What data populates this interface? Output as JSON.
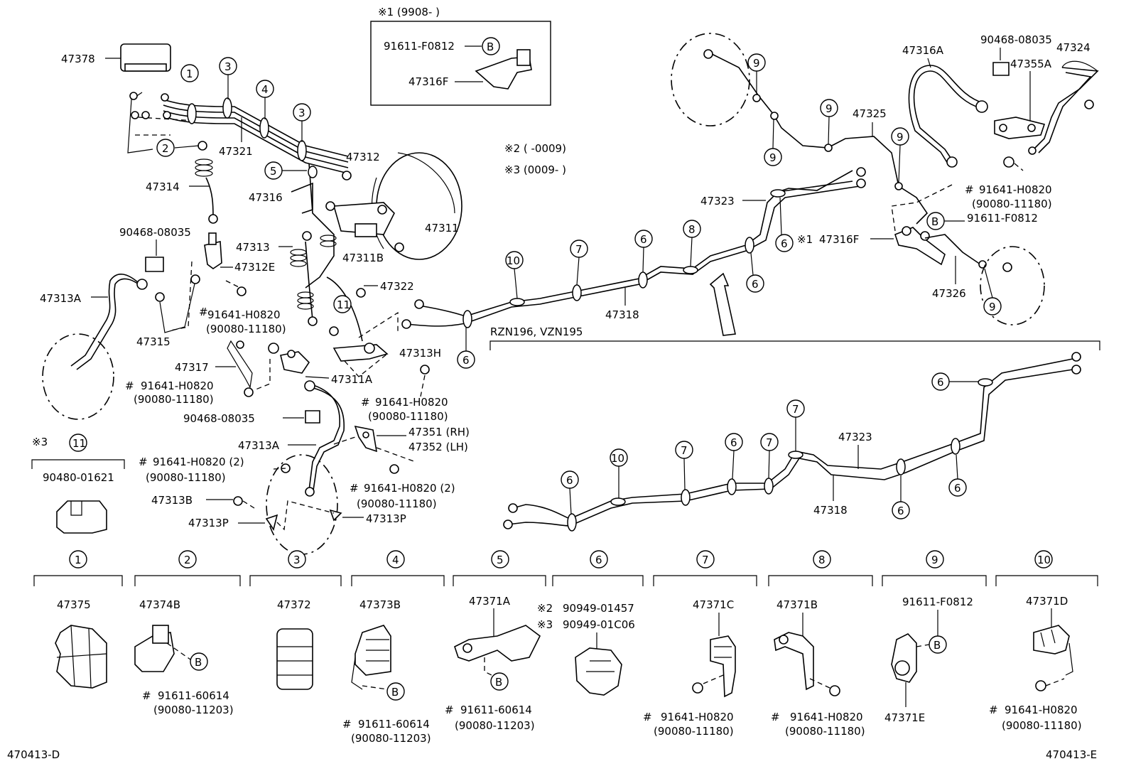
{
  "figure_codes": {
    "left": "470413-D",
    "right": "470413-E"
  },
  "notes": {
    "n1": "※1 (9908-      )",
    "n2": "※2  (      -0009)",
    "n3": "※3  (0009-      )",
    "n3_label": "※3",
    "n1_prefix": "※1",
    "detail2": "※2",
    "detail3": "※3"
  },
  "variant_label": "RZN196, VZN195",
  "labels": {
    "p47378": "47378",
    "p47321": "47321",
    "p47312": "47312",
    "p47314": "47314",
    "p47316": "47316",
    "p47311": "47311",
    "p47311B": "47311B",
    "p47313": "47313",
    "p90468a": "90468-08035",
    "p47312E": "47312E",
    "p47313A_a": "47313A",
    "p47315": "47315",
    "p47322": "47322",
    "p47318": "47318",
    "p47313H": "47313H",
    "p91641_a": "91641-H0820",
    "p90080_a": "(90080-11180)",
    "p47317": "47317",
    "p47311A": "47311A",
    "p91641_b": "91641-H0820",
    "p90080_b": "(90080-11180)",
    "p91641_c": "91641-H0820",
    "p90080_c": "(90080-11180)",
    "p90468b": "90468-08035",
    "p47313A_b": "47313A",
    "p47351": "47351 (RH)",
    "p47352": "47352 (LH)",
    "p91641_d": "91641-H0820 (2)",
    "p90080_d": "(90080-11180)",
    "p91641_e": "91641-H0820 (2)",
    "p90080_e": "(90080-11180)",
    "p47313B": "47313B",
    "p47313P_a": "47313P",
    "p47313P_b": "47313P",
    "p91611_f0812_a": "91611-F0812",
    "p47316F_a": "47316F",
    "p47316A": "47316A",
    "p90468c": "90468-08035",
    "p47324": "47324",
    "p47355A": "47355A",
    "p47325": "47325",
    "p47323_a": "47323",
    "p91641_f": "91641-H0820",
    "p90080_f": "(90080-11180)",
    "p91611_f0812_b": "91611-F0812",
    "p47316F_b": "47316F",
    "p47326": "47326",
    "p47323_b": "47323",
    "p47318_b": "47318",
    "p90480": "90480-01621"
  },
  "details": [
    {
      "num": "1",
      "part": "47375"
    },
    {
      "num": "2",
      "part": "47374B",
      "bolt": "91611-60614",
      "bolt2": "(90080-11203)"
    },
    {
      "num": "3",
      "part": "47372"
    },
    {
      "num": "4",
      "part": "47373B",
      "bolt": "91611-60614",
      "bolt2": "(90080-11203)"
    },
    {
      "num": "5",
      "part": "47371A",
      "bolt": "91611-60614",
      "bolt2": "(90080-11203)"
    },
    {
      "num": "6",
      "part": "90949-01457",
      "part2": "90949-01C06"
    },
    {
      "num": "7",
      "part": "47371C",
      "bolt": "91641-H0820",
      "bolt2": "(90080-11180)"
    },
    {
      "num": "8",
      "part": "47371B",
      "bolt": "91641-H0820",
      "bolt2": "(90080-11180)"
    },
    {
      "num": "9",
      "part": "91611-F0812",
      "part2": "47371E"
    },
    {
      "num": "10",
      "part": "47371D",
      "bolt": "91641-H0820",
      "bolt2": "(90080-11180)"
    }
  ],
  "symbols": {
    "hash": "#",
    "b": "B",
    "n11": "11"
  }
}
